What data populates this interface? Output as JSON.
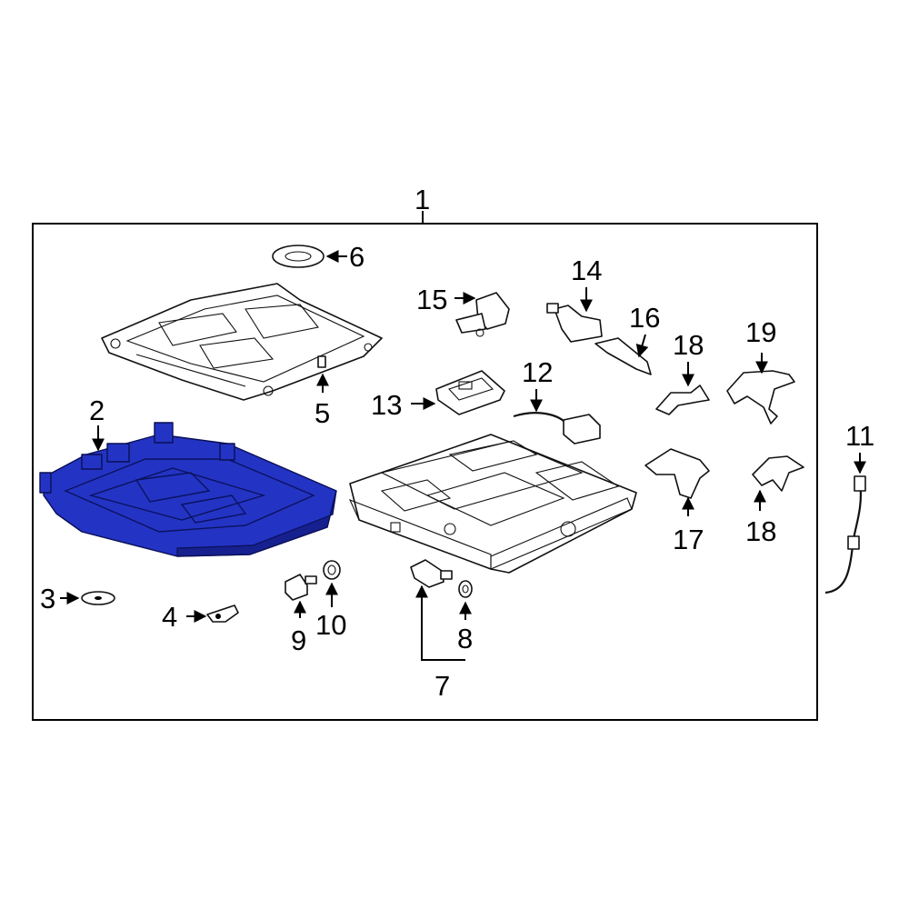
{
  "diagram": {
    "highlight_color": "#2334c4",
    "highlighted_part": "2",
    "callouts": {
      "c1": "1",
      "c2": "2",
      "c3": "3",
      "c4": "4",
      "c5": "5",
      "c6": "6",
      "c7": "7",
      "c8": "8",
      "c9": "9",
      "c10": "10",
      "c11": "11",
      "c12": "12",
      "c13": "13",
      "c14": "14",
      "c15": "15",
      "c16": "16",
      "c17": "17",
      "c18a": "18",
      "c18b": "18",
      "c19": "19"
    }
  }
}
